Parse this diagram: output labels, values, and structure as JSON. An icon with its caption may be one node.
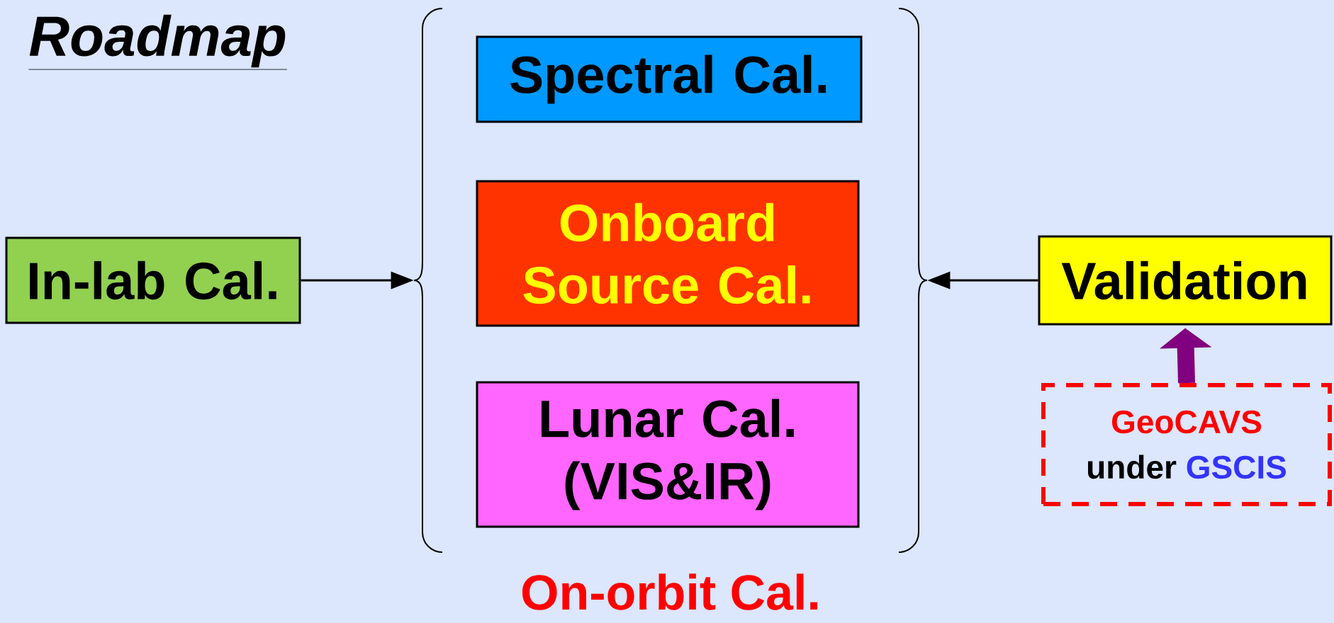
{
  "diagram": {
    "title": "Roadmap",
    "nodes": [
      {
        "text": [
          "In-lab Cal."
        ]
      },
      {
        "text": [
          "On-orbit Cal."
        ]
      },
      {
        "text": [
          "Spectral Cal."
        ],
        "in": 1
      },
      {
        "text": [
          "Onboard Source Cal."
        ],
        "in": 1
      },
      {
        "text": [
          "Lunar Cal. (VIS&IR)"
        ],
        "in": 1
      },
      {
        "text": [
          "Validation"
        ]
      },
      {
        "text": [
          "GeoCAVS",
          "under",
          "GSCIS"
        ]
      }
    ],
    "edges": [
      {
        "from": 0,
        "to": 1,
        "arrow": "to"
      },
      {
        "from": 5,
        "to": 1,
        "arrow": "to"
      },
      {
        "from": 6,
        "to": 5,
        "arrow": "to",
        "style": "thick",
        "color": "#800080"
      }
    ]
  }
}
